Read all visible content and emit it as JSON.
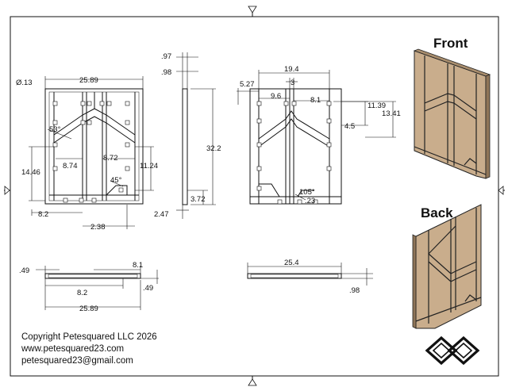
{
  "views": {
    "front_label": "Front",
    "back_label": "Back"
  },
  "dims": {
    "hole": "Ø.13",
    "overall_width": "25.89",
    "angle_top": "53°",
    "inner_left": "8.74",
    "inner_right": "8.72",
    "height_left": "14.46",
    "height_right": "11.24",
    "angle_bottom": "45°",
    "offset_bottom": "8.2",
    "notch_width": "2.38",
    "side_thick_top": ".97",
    "side_thick_2": ".98",
    "side_height": "32.2",
    "side_low_1": "3.72",
    "side_low_2": "2.47",
    "back_width": "19.4",
    "back_left_off": "5.27",
    "back_center": "3",
    "back_inner_left": "9.6",
    "back_inner_right": "8.1",
    "back_h1": "11.39",
    "back_h2": "13.41",
    "back_h3": "4.5",
    "back_angle": "105°",
    "back_small": ".23",
    "bottom_thick": ".49",
    "bottom_right": "8.1",
    "bottom_mid": "8.2",
    "bottom_thick_2": ".49",
    "bottom_width": "25.89",
    "bottom2_width": "25.4",
    "bottom2_thick": ".98"
  },
  "copyright": {
    "line1": "Copyright Petesquared LLC 2026",
    "line2": "www.petesquared23.com",
    "line3": "petesquared23@gmail.com"
  },
  "colors": {
    "wood": "#c9ad8c",
    "wood_dark": "#a88d6d",
    "line": "#111111"
  }
}
